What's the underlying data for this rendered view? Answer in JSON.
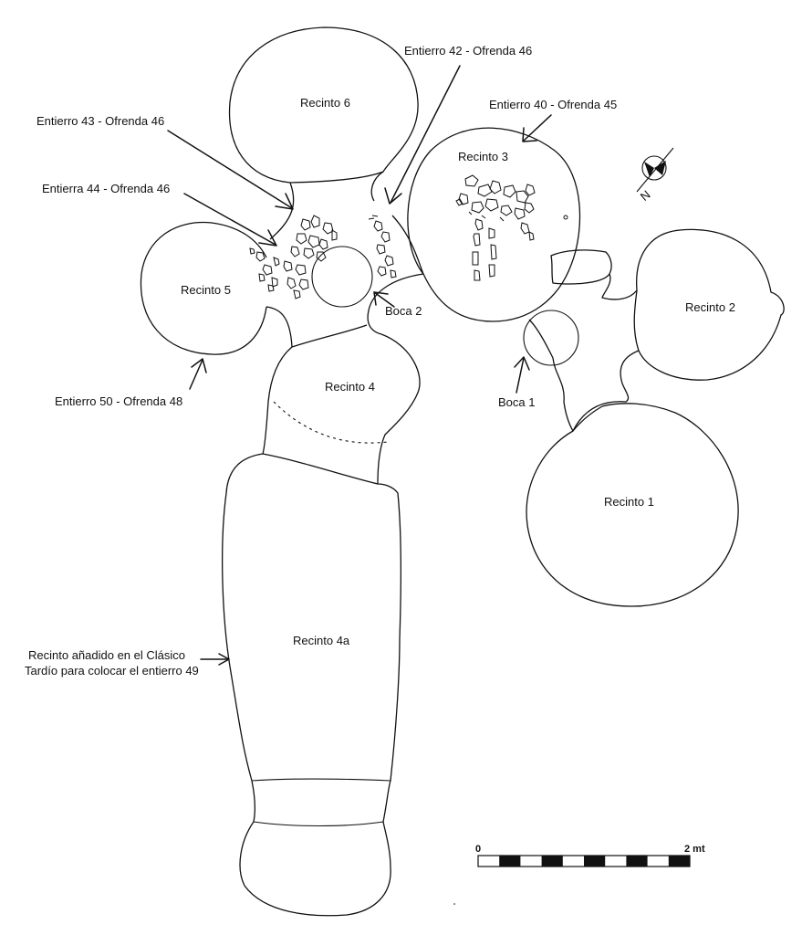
{
  "rooms": {
    "recinto_6": "Recinto 6",
    "recinto_5": "Recinto 5",
    "recinto_3": "Recinto 3",
    "recinto_4": "Recinto 4",
    "recinto_4a": "Recinto 4a",
    "recinto_2": "Recinto 2",
    "recinto_1": "Recinto 1"
  },
  "annotations": {
    "entierro_42": "Entierro 42 - Ofrenda 46",
    "entierro_40": "Entierro 40  - Ofrenda 45",
    "entierro_43": "Entierro 43 - Ofrenda 46",
    "entierra_44": "Entierra 44 - Ofrenda 46",
    "entierro_50": "Entierro 50 - Ofrenda 48",
    "boca_2": "Boca 2",
    "boca_1": "Boca 1",
    "recinto_4a_note_line1": "Recinto añadido en el Clásico",
    "recinto_4a_note_line2": "Tardío para colocar el entierro 49"
  },
  "north_arrow": {
    "label": "N",
    "icon": "north-arrow-icon"
  },
  "scale_bar": {
    "start_label": "0",
    "end_label": "2 mt",
    "segments": 10
  }
}
